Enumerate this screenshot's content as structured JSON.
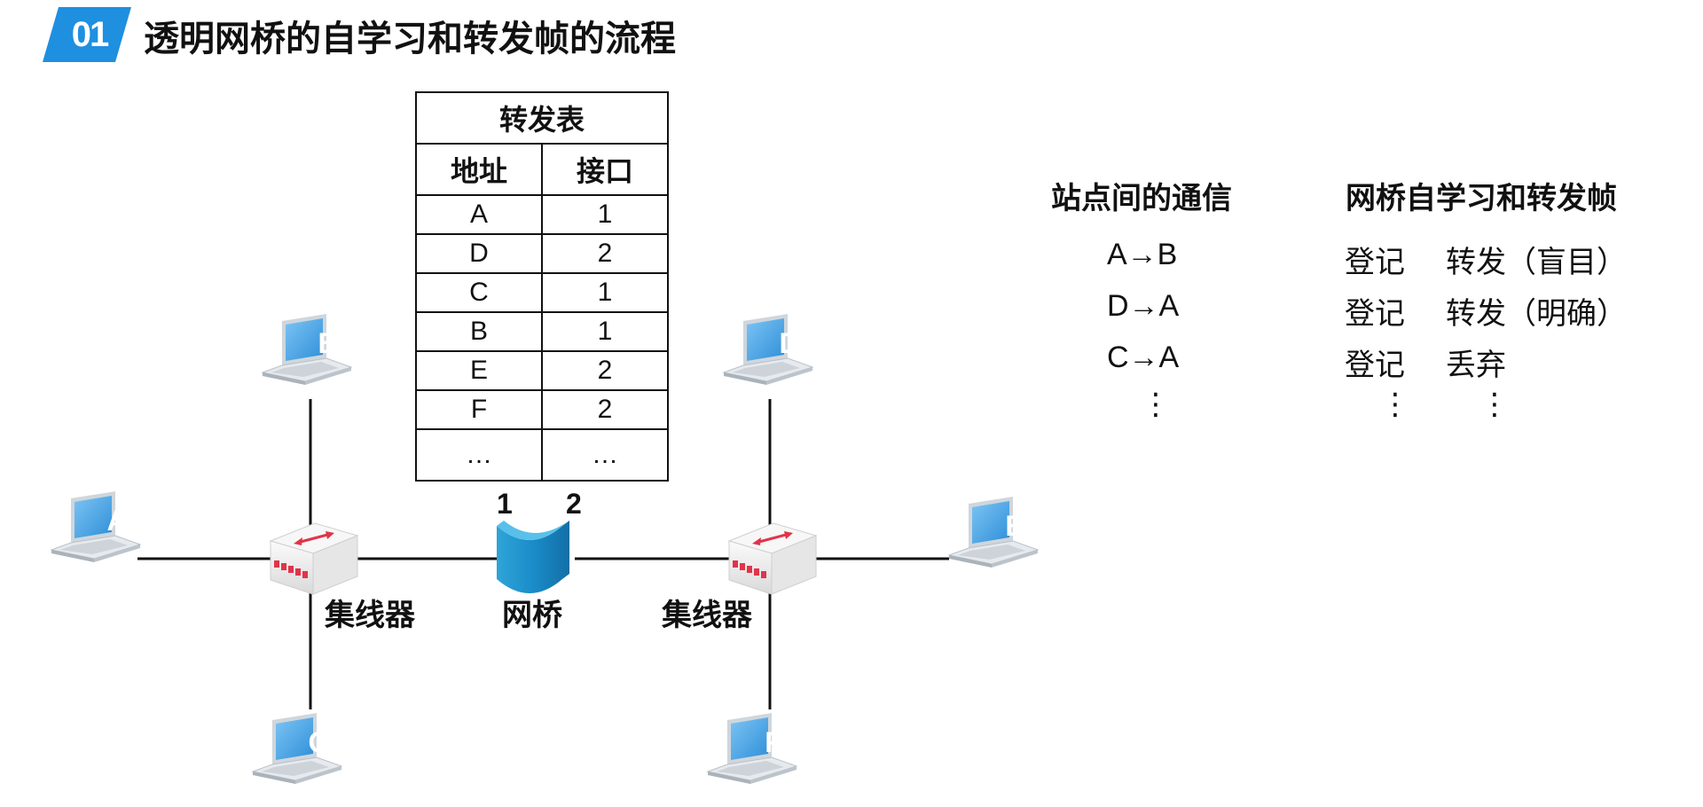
{
  "header": {
    "badge": "01",
    "title": "透明网桥的自学习和转发帧的流程",
    "accent_color": "#1f8fe0"
  },
  "forwarding_table": {
    "caption": "转发表",
    "columns": [
      "地址",
      "接口"
    ],
    "rows": [
      [
        "A",
        "1"
      ],
      [
        "D",
        "2"
      ],
      [
        "C",
        "1"
      ],
      [
        "B",
        "1"
      ],
      [
        "E",
        "2"
      ],
      [
        "F",
        "2"
      ],
      [
        "…",
        "…"
      ]
    ]
  },
  "network": {
    "hub_left_label": "集线器",
    "bridge_label": "网桥",
    "hub_right_label": "集线器",
    "bridge_port_1": "1",
    "bridge_port_2": "2",
    "hosts": [
      "A",
      "B",
      "C",
      "D",
      "E",
      "F"
    ],
    "host_icon": "laptop-icon",
    "hub_icon": "hub-icon",
    "bridge_icon": "bridge-icon"
  },
  "panel": {
    "comm_header": "站点间的通信",
    "action_header": "网桥自学习和转发帧",
    "rows": [
      {
        "comm": "A→B",
        "learn": "登记",
        "forward": "转发（盲目）"
      },
      {
        "comm": "D→A",
        "learn": "登记",
        "forward": "转发（明确）"
      },
      {
        "comm": "C→A",
        "learn": "登记",
        "forward": "丢弃"
      }
    ],
    "ellipsis": "⋮"
  }
}
